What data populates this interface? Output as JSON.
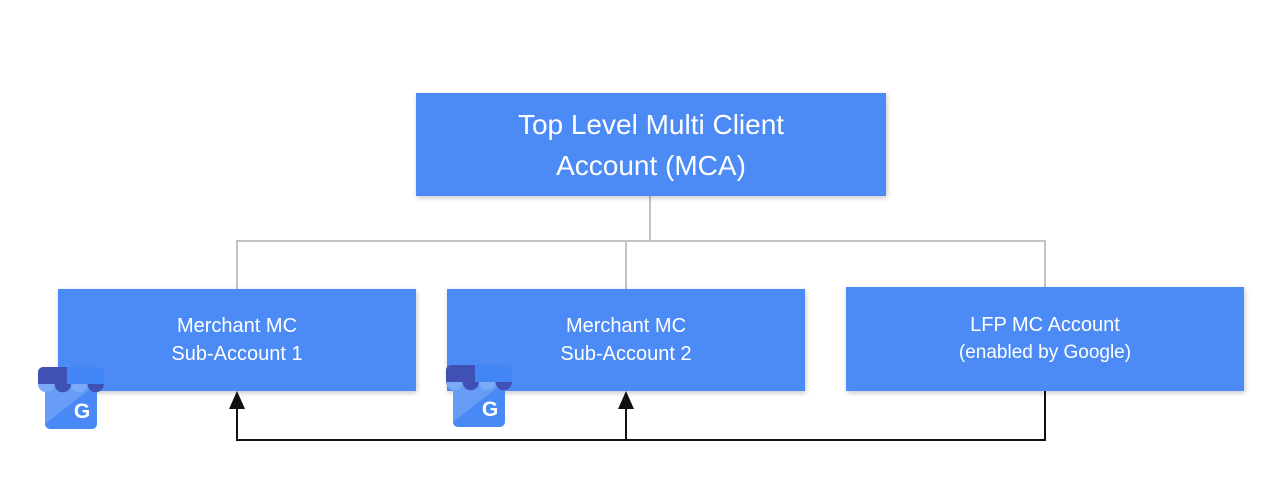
{
  "colors": {
    "box_blue": "#4c8bf5",
    "connector_gray": "#c3c3c3",
    "arrow_black": "#111111",
    "text_white": "#ffffff",
    "icon_body_blue": "#4989f5",
    "icon_dark_indigo": "#3f51b5",
    "icon_light_blue": "#7baaf7",
    "icon_mid_blue": "#4285f4",
    "page_bg": "#ffffff"
  },
  "nodes": {
    "root": {
      "line1": "Top Level Multi Client",
      "line2": "Account (MCA)"
    },
    "sub1": {
      "line1": "Merchant MC",
      "line2": "Sub-Account 1"
    },
    "sub2": {
      "line1": "Merchant MC",
      "line2": "Sub-Account 2"
    },
    "lfp": {
      "line1": "LFP MC Account",
      "line2": "(enabled by Google)"
    }
  },
  "edges": [
    {
      "from": "root",
      "to": "sub1",
      "type": "hierarchy-gray-line"
    },
    {
      "from": "root",
      "to": "sub2",
      "type": "hierarchy-gray-line"
    },
    {
      "from": "root",
      "to": "lfp",
      "type": "hierarchy-gray-line"
    },
    {
      "from": "lfp",
      "to": "sub1",
      "type": "black-arrow"
    },
    {
      "from": "lfp",
      "to": "sub2",
      "type": "black-arrow"
    }
  ],
  "icons": {
    "business": {
      "name": "google-business-icon",
      "letter": "G"
    }
  }
}
